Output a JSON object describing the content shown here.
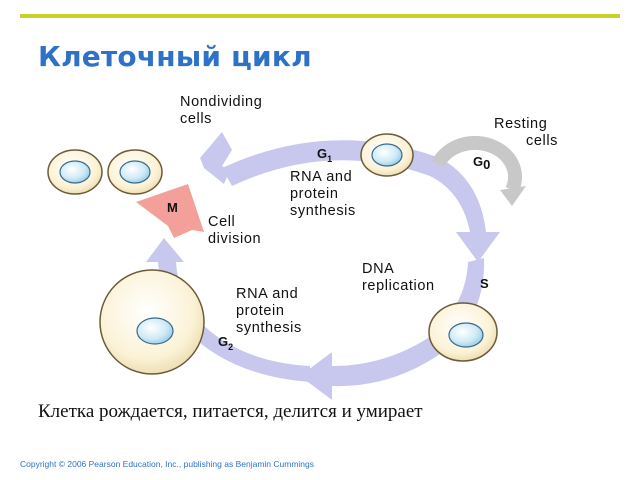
{
  "slide": {
    "title": "Клеточный цикл",
    "caption": "Клетка рождается, питается, делится и умирает",
    "copyright": "Copyright © 2006 Pearson Education, Inc., publishing as Benjamin Cummings"
  },
  "diagram": {
    "labels": {
      "nondividing_line1": "Nondividing",
      "nondividing_line2": "cells",
      "resting_line1": "Resting",
      "resting_line2": "cells",
      "rna_top_line1": "RNA and",
      "rna_top_line2": "protein",
      "rna_top_line3": "synthesis",
      "cell_div_line1": "Cell",
      "cell_div_line2": "division",
      "dna_line1": "DNA",
      "dna_line2": "replication",
      "rna_bot_line1": "RNA and",
      "rna_bot_line2": "protein",
      "rna_bot_line3": "synthesis"
    },
    "phases": {
      "g1_main": "G",
      "g1_sub": "1",
      "g0_main": "G",
      "g0_sub": "0",
      "s": "S",
      "g2_main": "G",
      "g2_sub": "2",
      "m": "M"
    },
    "colors": {
      "arrow": "#c8c8ee",
      "m_arrow": "#f4a09a",
      "resting_arrow": "#c8c8c8",
      "cell_fill": "#fbf2d6",
      "cell_stroke": "#6b5b3a",
      "nucleus_fill": "#cfeaf6",
      "nucleus_stroke": "#3a6a8a",
      "title": "#2e72c8",
      "top_bar": "#c9cf2b"
    }
  }
}
